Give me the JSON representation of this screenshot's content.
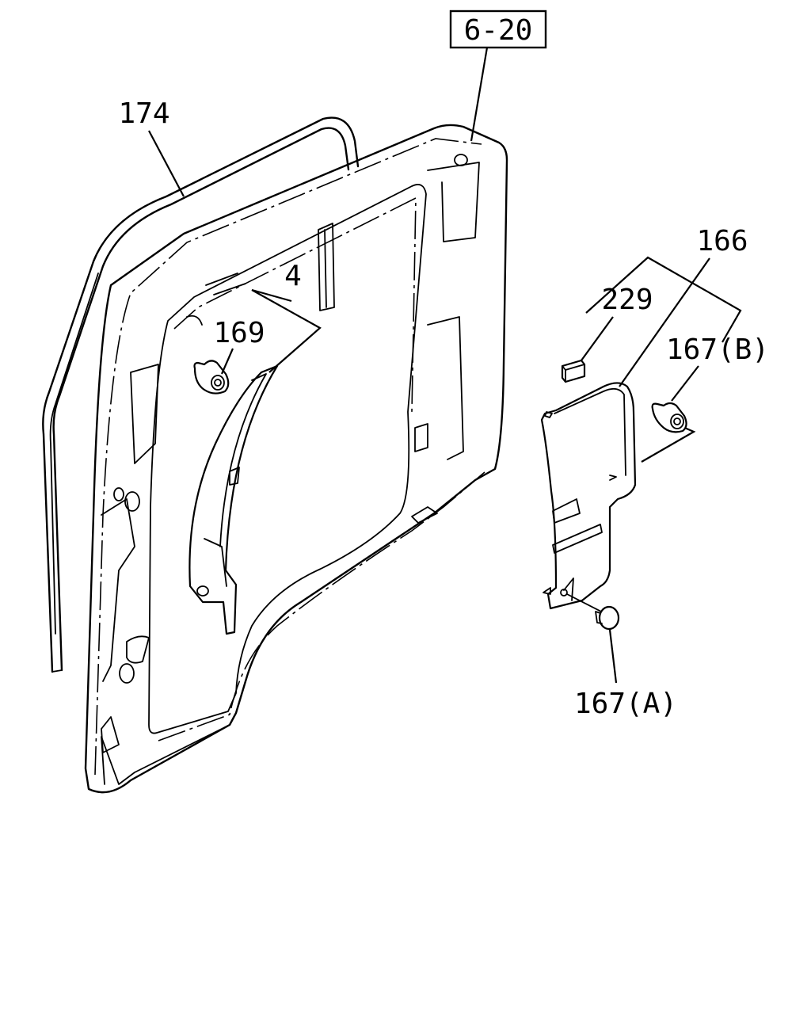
{
  "callouts": {
    "ref_box": "6-20",
    "weatherstrip": "174",
    "inner_trim": "4",
    "inner_clip": "169",
    "panel_assembly": "166",
    "panel_pad": "229",
    "clip_b": "167(B)",
    "clip_a": "167(A)"
  }
}
